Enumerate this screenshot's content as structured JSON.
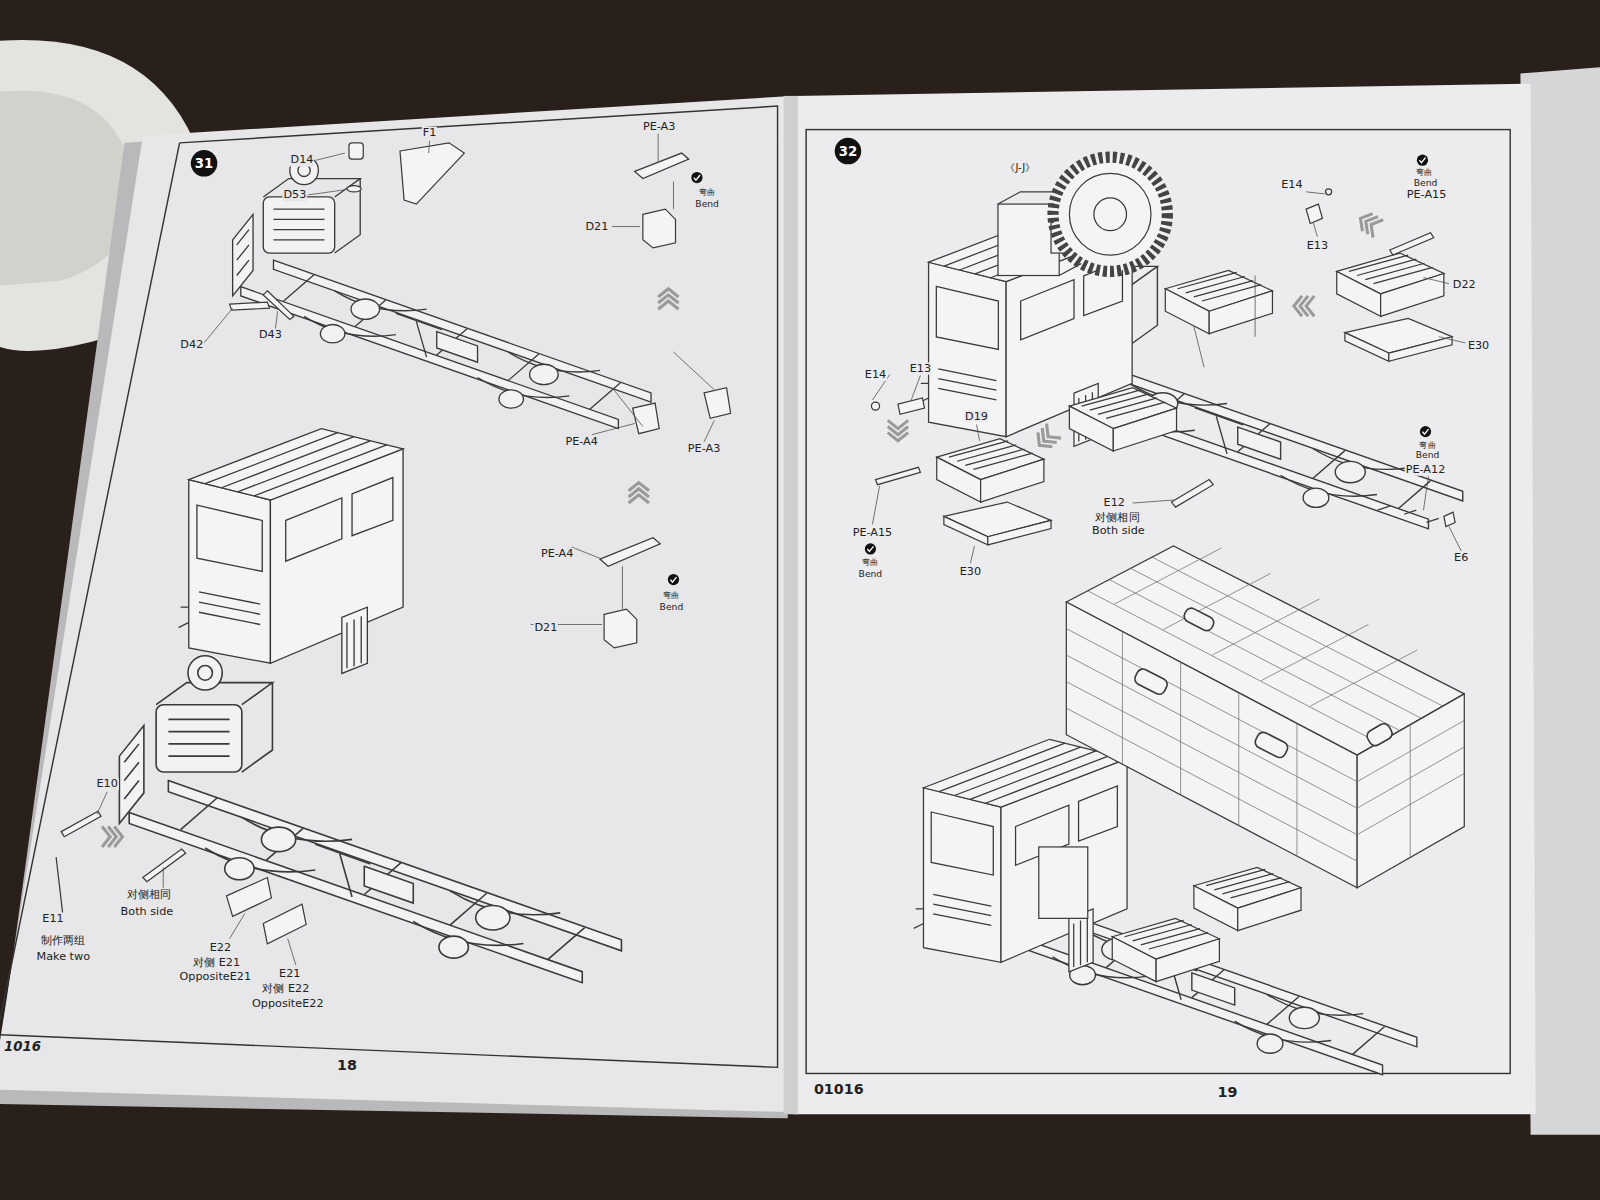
{
  "diagram": {
    "nodes": [
      {
        "text": [
          "31"
        ]
      },
      {
        "text": [
          "32"
        ]
      }
    ],
    "edges": [],
    "labels": [
      "D14",
      "F1",
      "D53",
      "PE-A3",
      "弯曲",
      "Bend",
      "D21",
      "D43",
      "D42",
      "PE-A4",
      "PE-A3",
      "PE-A4",
      "弯曲",
      "Bend",
      "D21",
      "E10",
      "对侧相同",
      "Both side",
      "E11",
      "制作两组",
      "Make two",
      "E22",
      "对侧 E21",
      "OppositeE21",
      "E21",
      "对侧 E22",
      "OppositeE22",
      "1016",
      "18",
      "《J-J》",
      "E14",
      "弯曲",
      "Bend",
      "PE-A15",
      "E13",
      "D22",
      "E30",
      "E14",
      "E13",
      "D19",
      "E12",
      "对侧相同",
      "Both side",
      "PE-A15",
      "弯曲",
      "Bend",
      "E30",
      "弯曲",
      "Bend",
      "PE-A12",
      "E6",
      "01016",
      "19"
    ]
  }
}
